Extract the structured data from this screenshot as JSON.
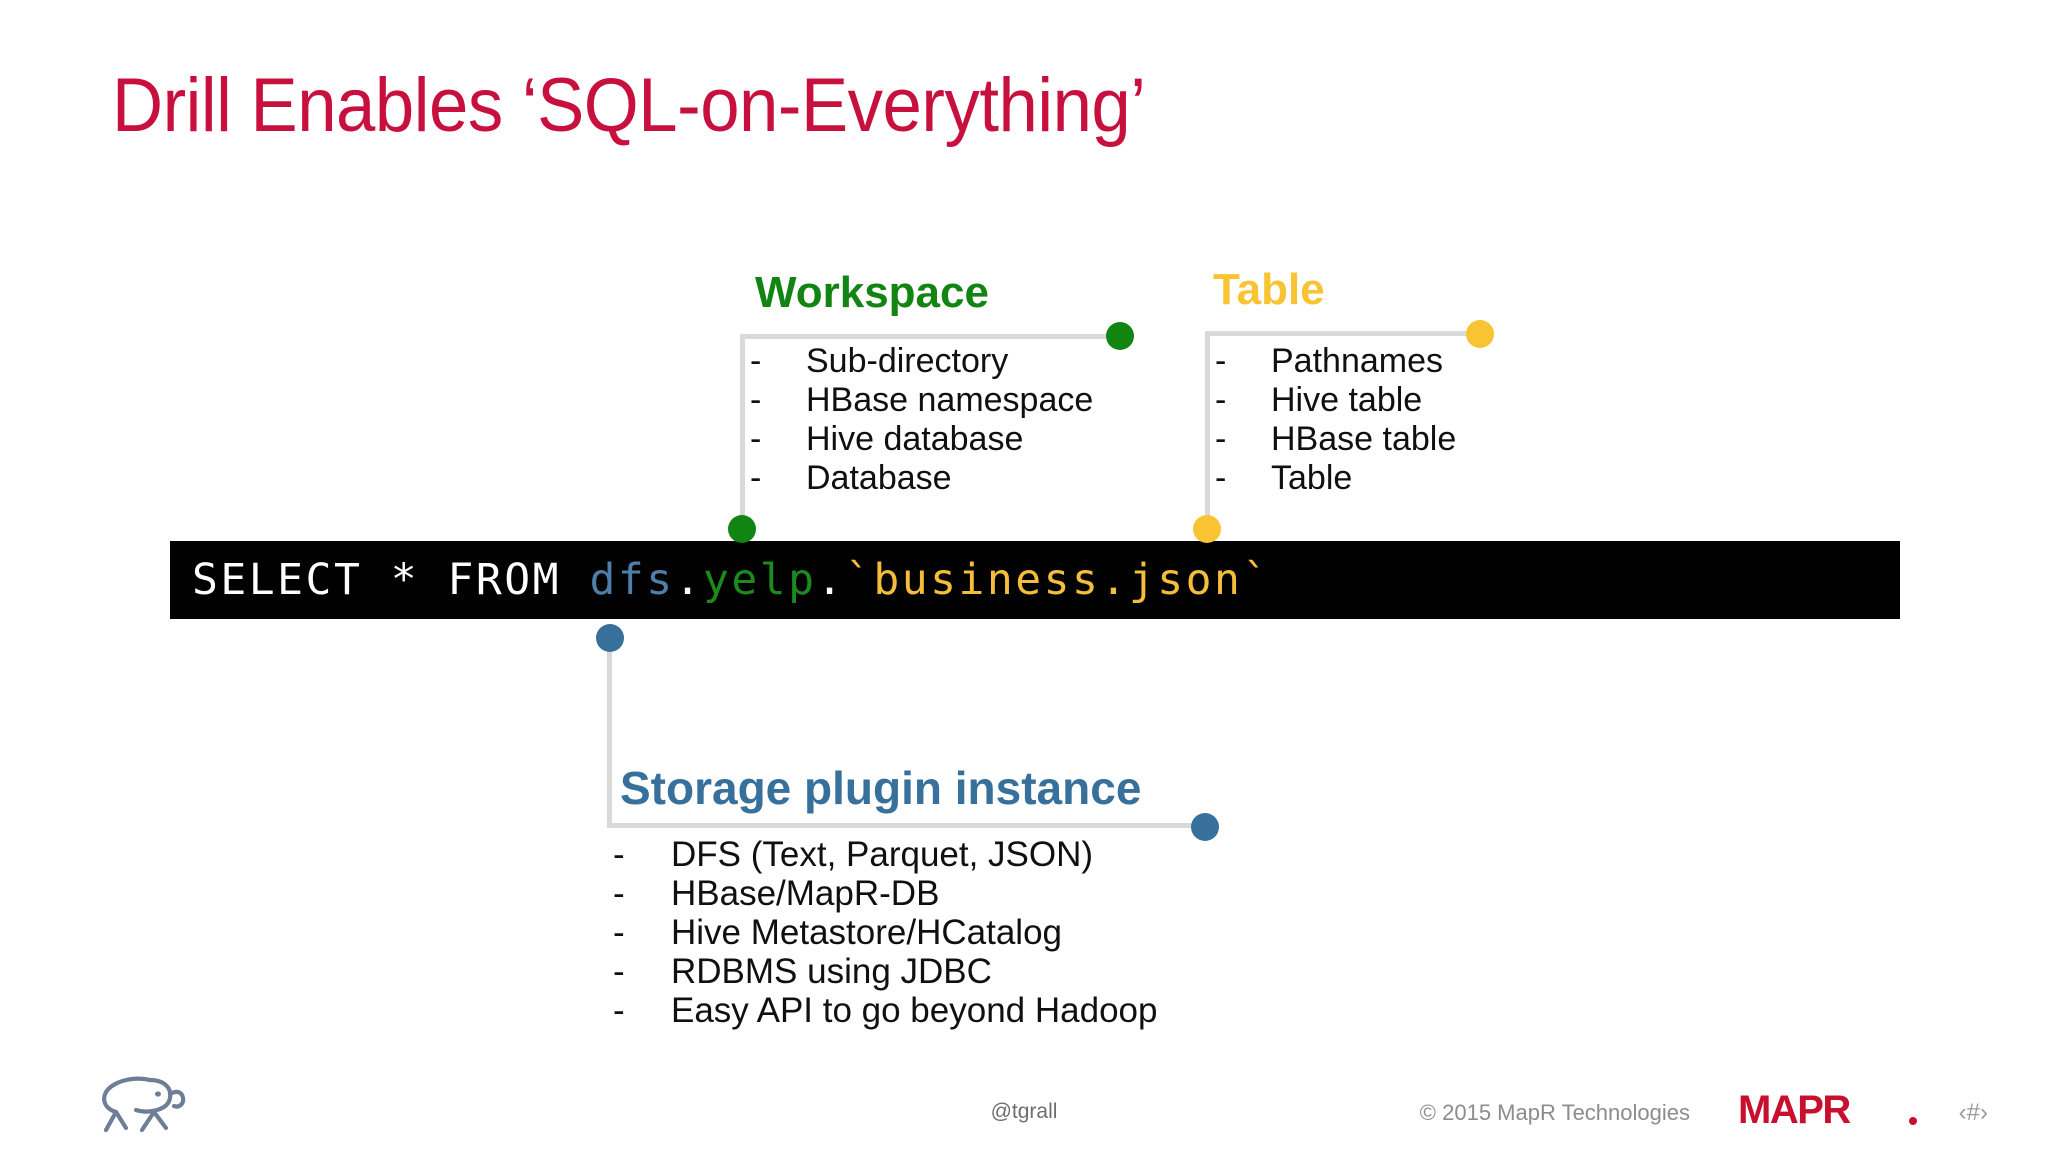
{
  "slide": {
    "title": "Drill Enables ‘SQL-on-Everything’",
    "background": "#FFFFFF"
  },
  "colors": {
    "title": "#C8103E",
    "workspace": "#128412",
    "table": "#F9C434",
    "storage": "#36709B",
    "connector_line": "#D9D9D9",
    "code_background": "#010101",
    "code_keyword": "#FFFFFF",
    "code_plugin": "#4E7FA8",
    "code_workspace": "#1C8A1C",
    "code_table": "#F4BD3C",
    "mapr_red": "#C8102E"
  },
  "code": {
    "tokens": [
      {
        "text": "SELECT * FROM ",
        "role": "keyword"
      },
      {
        "text": "dfs",
        "role": "plugin"
      },
      {
        "text": ".",
        "role": "punctuation"
      },
      {
        "text": "yelp",
        "role": "workspace"
      },
      {
        "text": ".",
        "role": "punctuation"
      },
      {
        "text": "`business.json`",
        "role": "table"
      }
    ],
    "full_text": "SELECT * FROM dfs.yelp.`business.json`"
  },
  "callouts": {
    "workspace": {
      "heading": "Workspace",
      "items": [
        "Sub-directory",
        "HBase namespace",
        "Hive database",
        "Database"
      ],
      "bullet_char": "-"
    },
    "table": {
      "heading": "Table",
      "items": [
        "Pathnames",
        "Hive table",
        "HBase table",
        "Table"
      ],
      "bullet_char": "-"
    },
    "storage": {
      "heading": "Storage plugin instance",
      "items": [
        "DFS (Text, Parquet, JSON)",
        "HBase/MapR-DB",
        "Hive Metastore/HCatalog",
        "RDBMS using JDBC",
        "Easy API to go beyond Hadoop"
      ],
      "bullet_char": "-"
    }
  },
  "footer": {
    "handle": "@tgrall",
    "copyright": "© 2015 MapR Technologies",
    "logo_text": "MAPR.",
    "page_number": "‹#›"
  }
}
